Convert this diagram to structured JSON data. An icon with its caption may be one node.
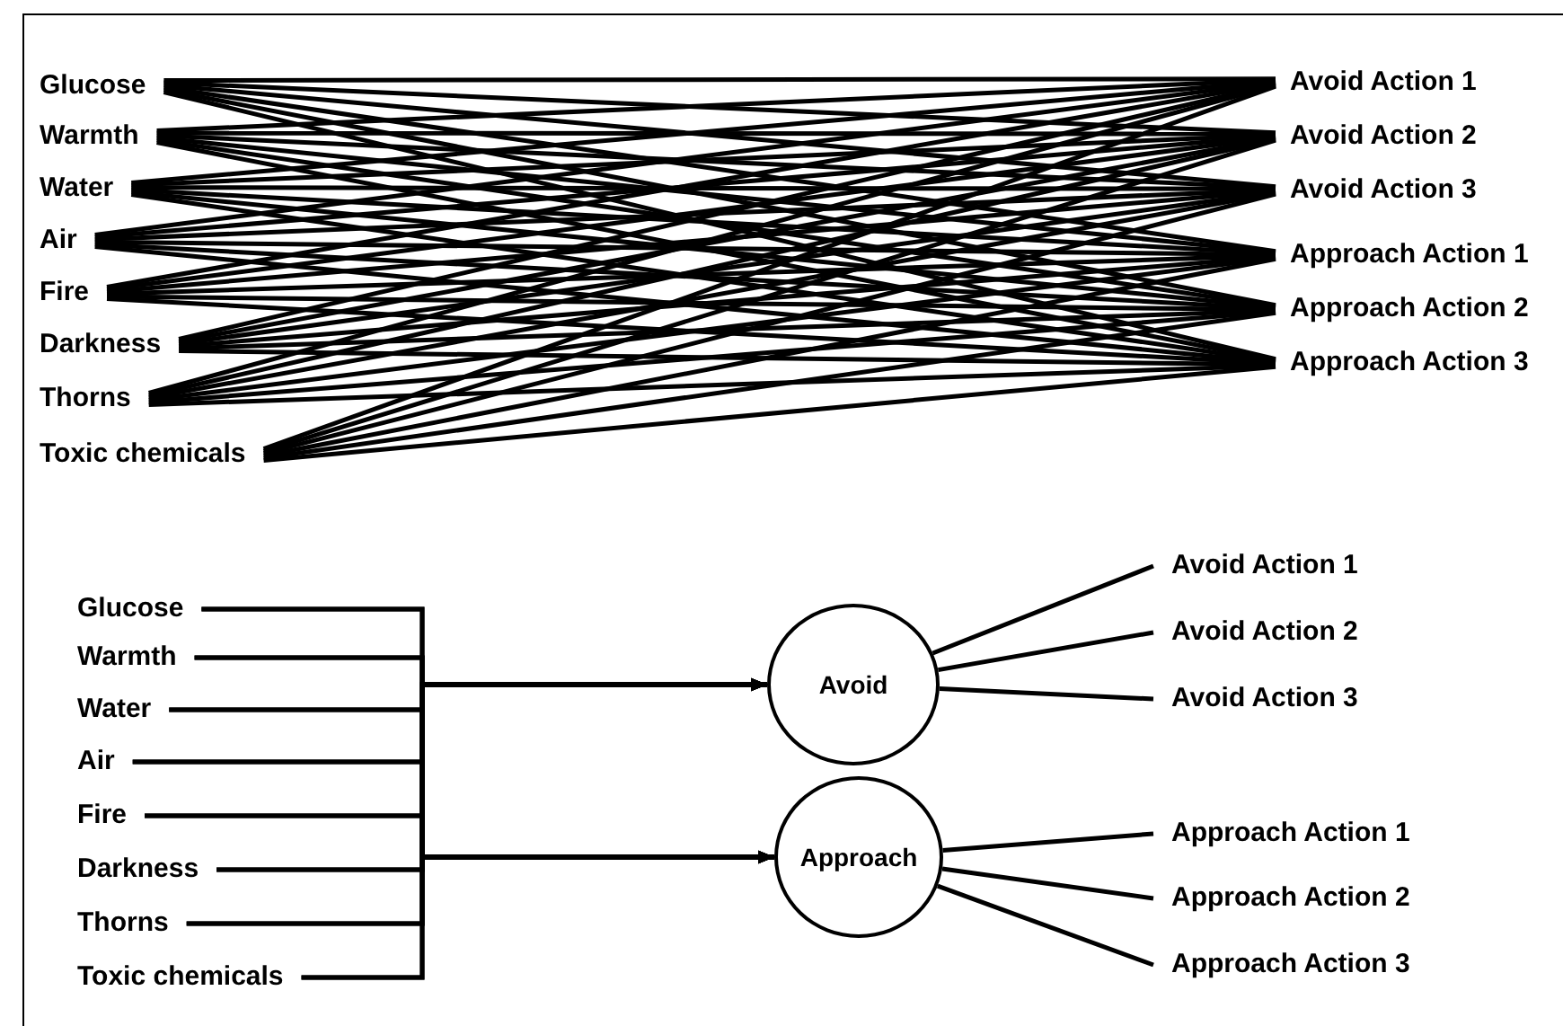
{
  "diagram": {
    "nodes": [
      {
        "text": [
          "Glucose"
        ]
      },
      {
        "text": [
          "Warmth"
        ]
      },
      {
        "text": [
          "Water"
        ]
      },
      {
        "text": [
          "Air"
        ]
      },
      {
        "text": [
          "Fire"
        ]
      },
      {
        "text": [
          "Darkness"
        ]
      },
      {
        "text": [
          "Thorns"
        ]
      },
      {
        "text": [
          "Toxic chemicals"
        ]
      },
      {
        "text": [
          "Avoid Action 1"
        ]
      },
      {
        "text": [
          "Avoid Action 2"
        ]
      },
      {
        "text": [
          "Avoid Action 3"
        ]
      },
      {
        "text": [
          "Approach Action 1"
        ]
      },
      {
        "text": [
          "Approach Action 2"
        ]
      },
      {
        "text": [
          "Approach Action 3"
        ]
      },
      {
        "text": [
          "Glucose"
        ]
      },
      {
        "text": [
          "Warmth"
        ]
      },
      {
        "text": [
          "Water"
        ]
      },
      {
        "text": [
          "Air"
        ]
      },
      {
        "text": [
          "Fire"
        ]
      },
      {
        "text": [
          "Darkness"
        ]
      },
      {
        "text": [
          "Thorns"
        ]
      },
      {
        "text": [
          "Toxic chemicals"
        ]
      },
      {
        "text": [
          "Avoid"
        ]
      },
      {
        "text": [
          "Approach"
        ]
      },
      {
        "text": [
          "Avoid Action 1"
        ]
      },
      {
        "text": [
          "Avoid Action 2"
        ]
      },
      {
        "text": [
          "Avoid Action 3"
        ]
      },
      {
        "text": [
          "Approach Action 1"
        ]
      },
      {
        "text": [
          "Approach Action 2"
        ]
      },
      {
        "text": [
          "Approach Action 3"
        ]
      }
    ],
    "edges": [
      {
        "from": 0,
        "to": 8,
        "arrow": "none"
      },
      {
        "from": 0,
        "to": 9,
        "arrow": "none"
      },
      {
        "from": 0,
        "to": 10,
        "arrow": "none"
      },
      {
        "from": 0,
        "to": 11,
        "arrow": "none"
      },
      {
        "from": 0,
        "to": 12,
        "arrow": "none"
      },
      {
        "from": 0,
        "to": 13,
        "arrow": "none"
      },
      {
        "from": 1,
        "to": 8,
        "arrow": "none"
      },
      {
        "from": 1,
        "to": 9,
        "arrow": "none"
      },
      {
        "from": 1,
        "to": 10,
        "arrow": "none"
      },
      {
        "from": 1,
        "to": 11,
        "arrow": "none"
      },
      {
        "from": 1,
        "to": 12,
        "arrow": "none"
      },
      {
        "from": 1,
        "to": 13,
        "arrow": "none"
      },
      {
        "from": 2,
        "to": 8,
        "arrow": "none"
      },
      {
        "from": 2,
        "to": 9,
        "arrow": "none"
      },
      {
        "from": 2,
        "to": 10,
        "arrow": "none"
      },
      {
        "from": 2,
        "to": 11,
        "arrow": "none"
      },
      {
        "from": 2,
        "to": 12,
        "arrow": "none"
      },
      {
        "from": 2,
        "to": 13,
        "arrow": "none"
      },
      {
        "from": 3,
        "to": 8,
        "arrow": "none"
      },
      {
        "from": 3,
        "to": 9,
        "arrow": "none"
      },
      {
        "from": 3,
        "to": 10,
        "arrow": "none"
      },
      {
        "from": 3,
        "to": 11,
        "arrow": "none"
      },
      {
        "from": 3,
        "to": 12,
        "arrow": "none"
      },
      {
        "from": 3,
        "to": 13,
        "arrow": "none"
      },
      {
        "from": 4,
        "to": 8,
        "arrow": "none"
      },
      {
        "from": 4,
        "to": 9,
        "arrow": "none"
      },
      {
        "from": 4,
        "to": 10,
        "arrow": "none"
      },
      {
        "from": 4,
        "to": 11,
        "arrow": "none"
      },
      {
        "from": 4,
        "to": 12,
        "arrow": "none"
      },
      {
        "from": 4,
        "to": 13,
        "arrow": "none"
      },
      {
        "from": 5,
        "to": 8,
        "arrow": "none"
      },
      {
        "from": 5,
        "to": 9,
        "arrow": "none"
      },
      {
        "from": 5,
        "to": 10,
        "arrow": "none"
      },
      {
        "from": 5,
        "to": 11,
        "arrow": "none"
      },
      {
        "from": 5,
        "to": 12,
        "arrow": "none"
      },
      {
        "from": 5,
        "to": 13,
        "arrow": "none"
      },
      {
        "from": 6,
        "to": 8,
        "arrow": "none"
      },
      {
        "from": 6,
        "to": 9,
        "arrow": "none"
      },
      {
        "from": 6,
        "to": 10,
        "arrow": "none"
      },
      {
        "from": 6,
        "to": 11,
        "arrow": "none"
      },
      {
        "from": 6,
        "to": 12,
        "arrow": "none"
      },
      {
        "from": 6,
        "to": 13,
        "arrow": "none"
      },
      {
        "from": 7,
        "to": 8,
        "arrow": "none"
      },
      {
        "from": 7,
        "to": 9,
        "arrow": "none"
      },
      {
        "from": 7,
        "to": 10,
        "arrow": "none"
      },
      {
        "from": 7,
        "to": 11,
        "arrow": "none"
      },
      {
        "from": 7,
        "to": 12,
        "arrow": "none"
      },
      {
        "from": 7,
        "to": 13,
        "arrow": "none"
      },
      {
        "from": 14,
        "to": 22,
        "arrow": "to"
      },
      {
        "from": 15,
        "to": 22,
        "arrow": "to"
      },
      {
        "from": 16,
        "to": 22,
        "arrow": "to"
      },
      {
        "from": 17,
        "to": 22,
        "arrow": "to"
      },
      {
        "from": 18,
        "to": 22,
        "arrow": "to"
      },
      {
        "from": 19,
        "to": 22,
        "arrow": "to"
      },
      {
        "from": 20,
        "to": 22,
        "arrow": "to"
      },
      {
        "from": 21,
        "to": 22,
        "arrow": "to"
      },
      {
        "from": 14,
        "to": 23,
        "arrow": "to"
      },
      {
        "from": 15,
        "to": 23,
        "arrow": "to"
      },
      {
        "from": 16,
        "to": 23,
        "arrow": "to"
      },
      {
        "from": 17,
        "to": 23,
        "arrow": "to"
      },
      {
        "from": 18,
        "to": 23,
        "arrow": "to"
      },
      {
        "from": 19,
        "to": 23,
        "arrow": "to"
      },
      {
        "from": 20,
        "to": 23,
        "arrow": "to"
      },
      {
        "from": 21,
        "to": 23,
        "arrow": "to"
      },
      {
        "from": 22,
        "to": 24,
        "arrow": "none"
      },
      {
        "from": 22,
        "to": 25,
        "arrow": "none"
      },
      {
        "from": 22,
        "to": 26,
        "arrow": "none"
      },
      {
        "from": 23,
        "to": 27,
        "arrow": "none"
      },
      {
        "from": 23,
        "to": 28,
        "arrow": "none"
      },
      {
        "from": 23,
        "to": 29,
        "arrow": "none"
      }
    ]
  }
}
